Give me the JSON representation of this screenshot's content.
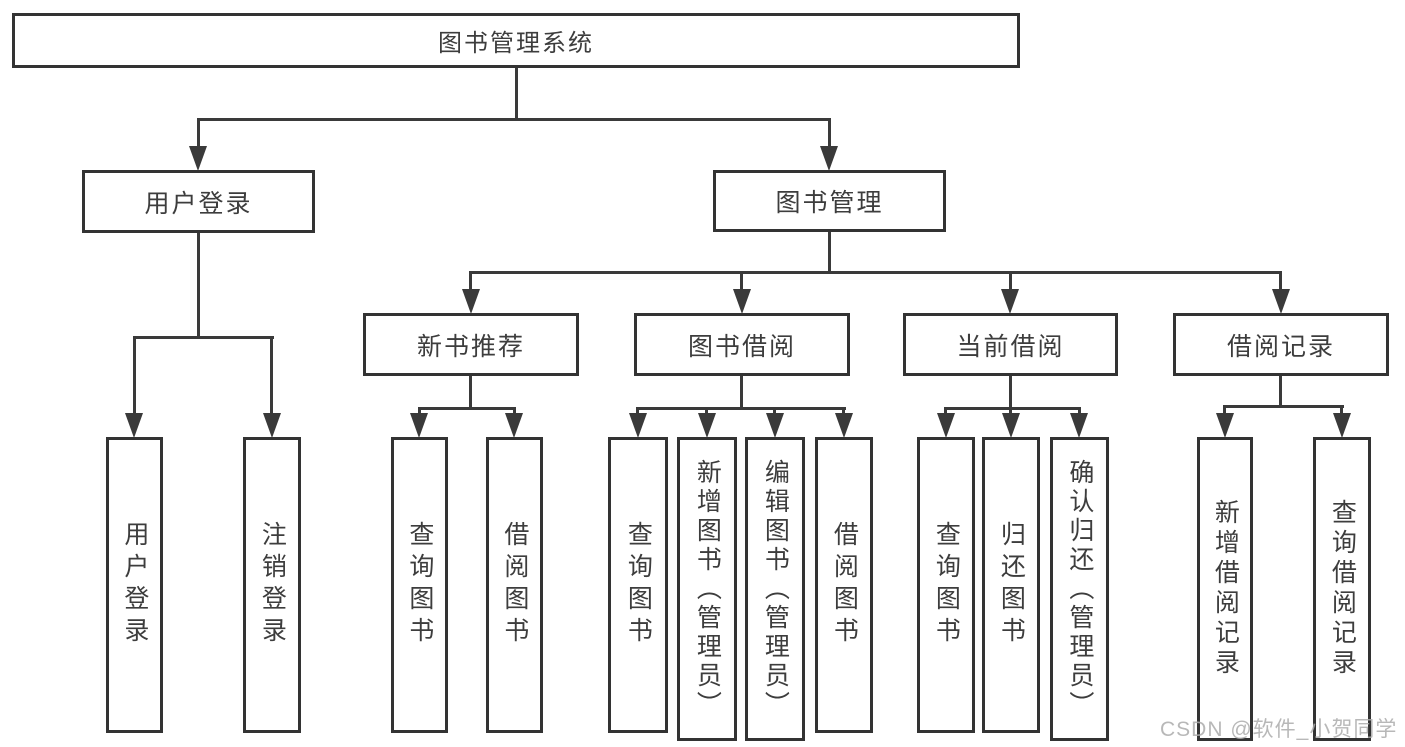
{
  "diagram": {
    "type": "hierarchy-tree",
    "root": {
      "label": "图书管理系统"
    },
    "level2": [
      {
        "label": "用户登录",
        "parent": "图书管理系统"
      },
      {
        "label": "图书管理",
        "parent": "图书管理系统"
      }
    ],
    "level3": [
      {
        "label": "新书推荐",
        "parent": "图书管理"
      },
      {
        "label": "图书借阅",
        "parent": "图书管理"
      },
      {
        "label": "当前借阅",
        "parent": "图书管理"
      },
      {
        "label": "借阅记录",
        "parent": "图书管理"
      }
    ],
    "leaves": [
      {
        "label": "用户登录",
        "parent": "用户登录"
      },
      {
        "label": "注销登录",
        "parent": "用户登录"
      },
      {
        "label": "查询图书",
        "parent": "新书推荐"
      },
      {
        "label": "借阅图书",
        "parent": "新书推荐"
      },
      {
        "label": "查询图书",
        "parent": "图书借阅"
      },
      {
        "label": "新增图书（管理员）",
        "parent": "图书借阅"
      },
      {
        "label": "编辑图书（管理员）",
        "parent": "图书借阅"
      },
      {
        "label": "借阅图书",
        "parent": "图书借阅"
      },
      {
        "label": "查询图书",
        "parent": "当前借阅"
      },
      {
        "label": "归还图书",
        "parent": "当前借阅"
      },
      {
        "label": "确认归还（管理员）",
        "parent": "当前借阅"
      },
      {
        "label": "新增借阅记录",
        "parent": "借阅记录"
      },
      {
        "label": "查询借阅记录",
        "parent": "借阅记录"
      }
    ]
  },
  "watermark": {
    "text": "CSDN @软件_小贺同学"
  },
  "colors": {
    "background": "#ffffff",
    "line": "#3a3a3a",
    "box_border": "#333333",
    "text": "#3d3d3d",
    "watermark": "#acacac"
  }
}
